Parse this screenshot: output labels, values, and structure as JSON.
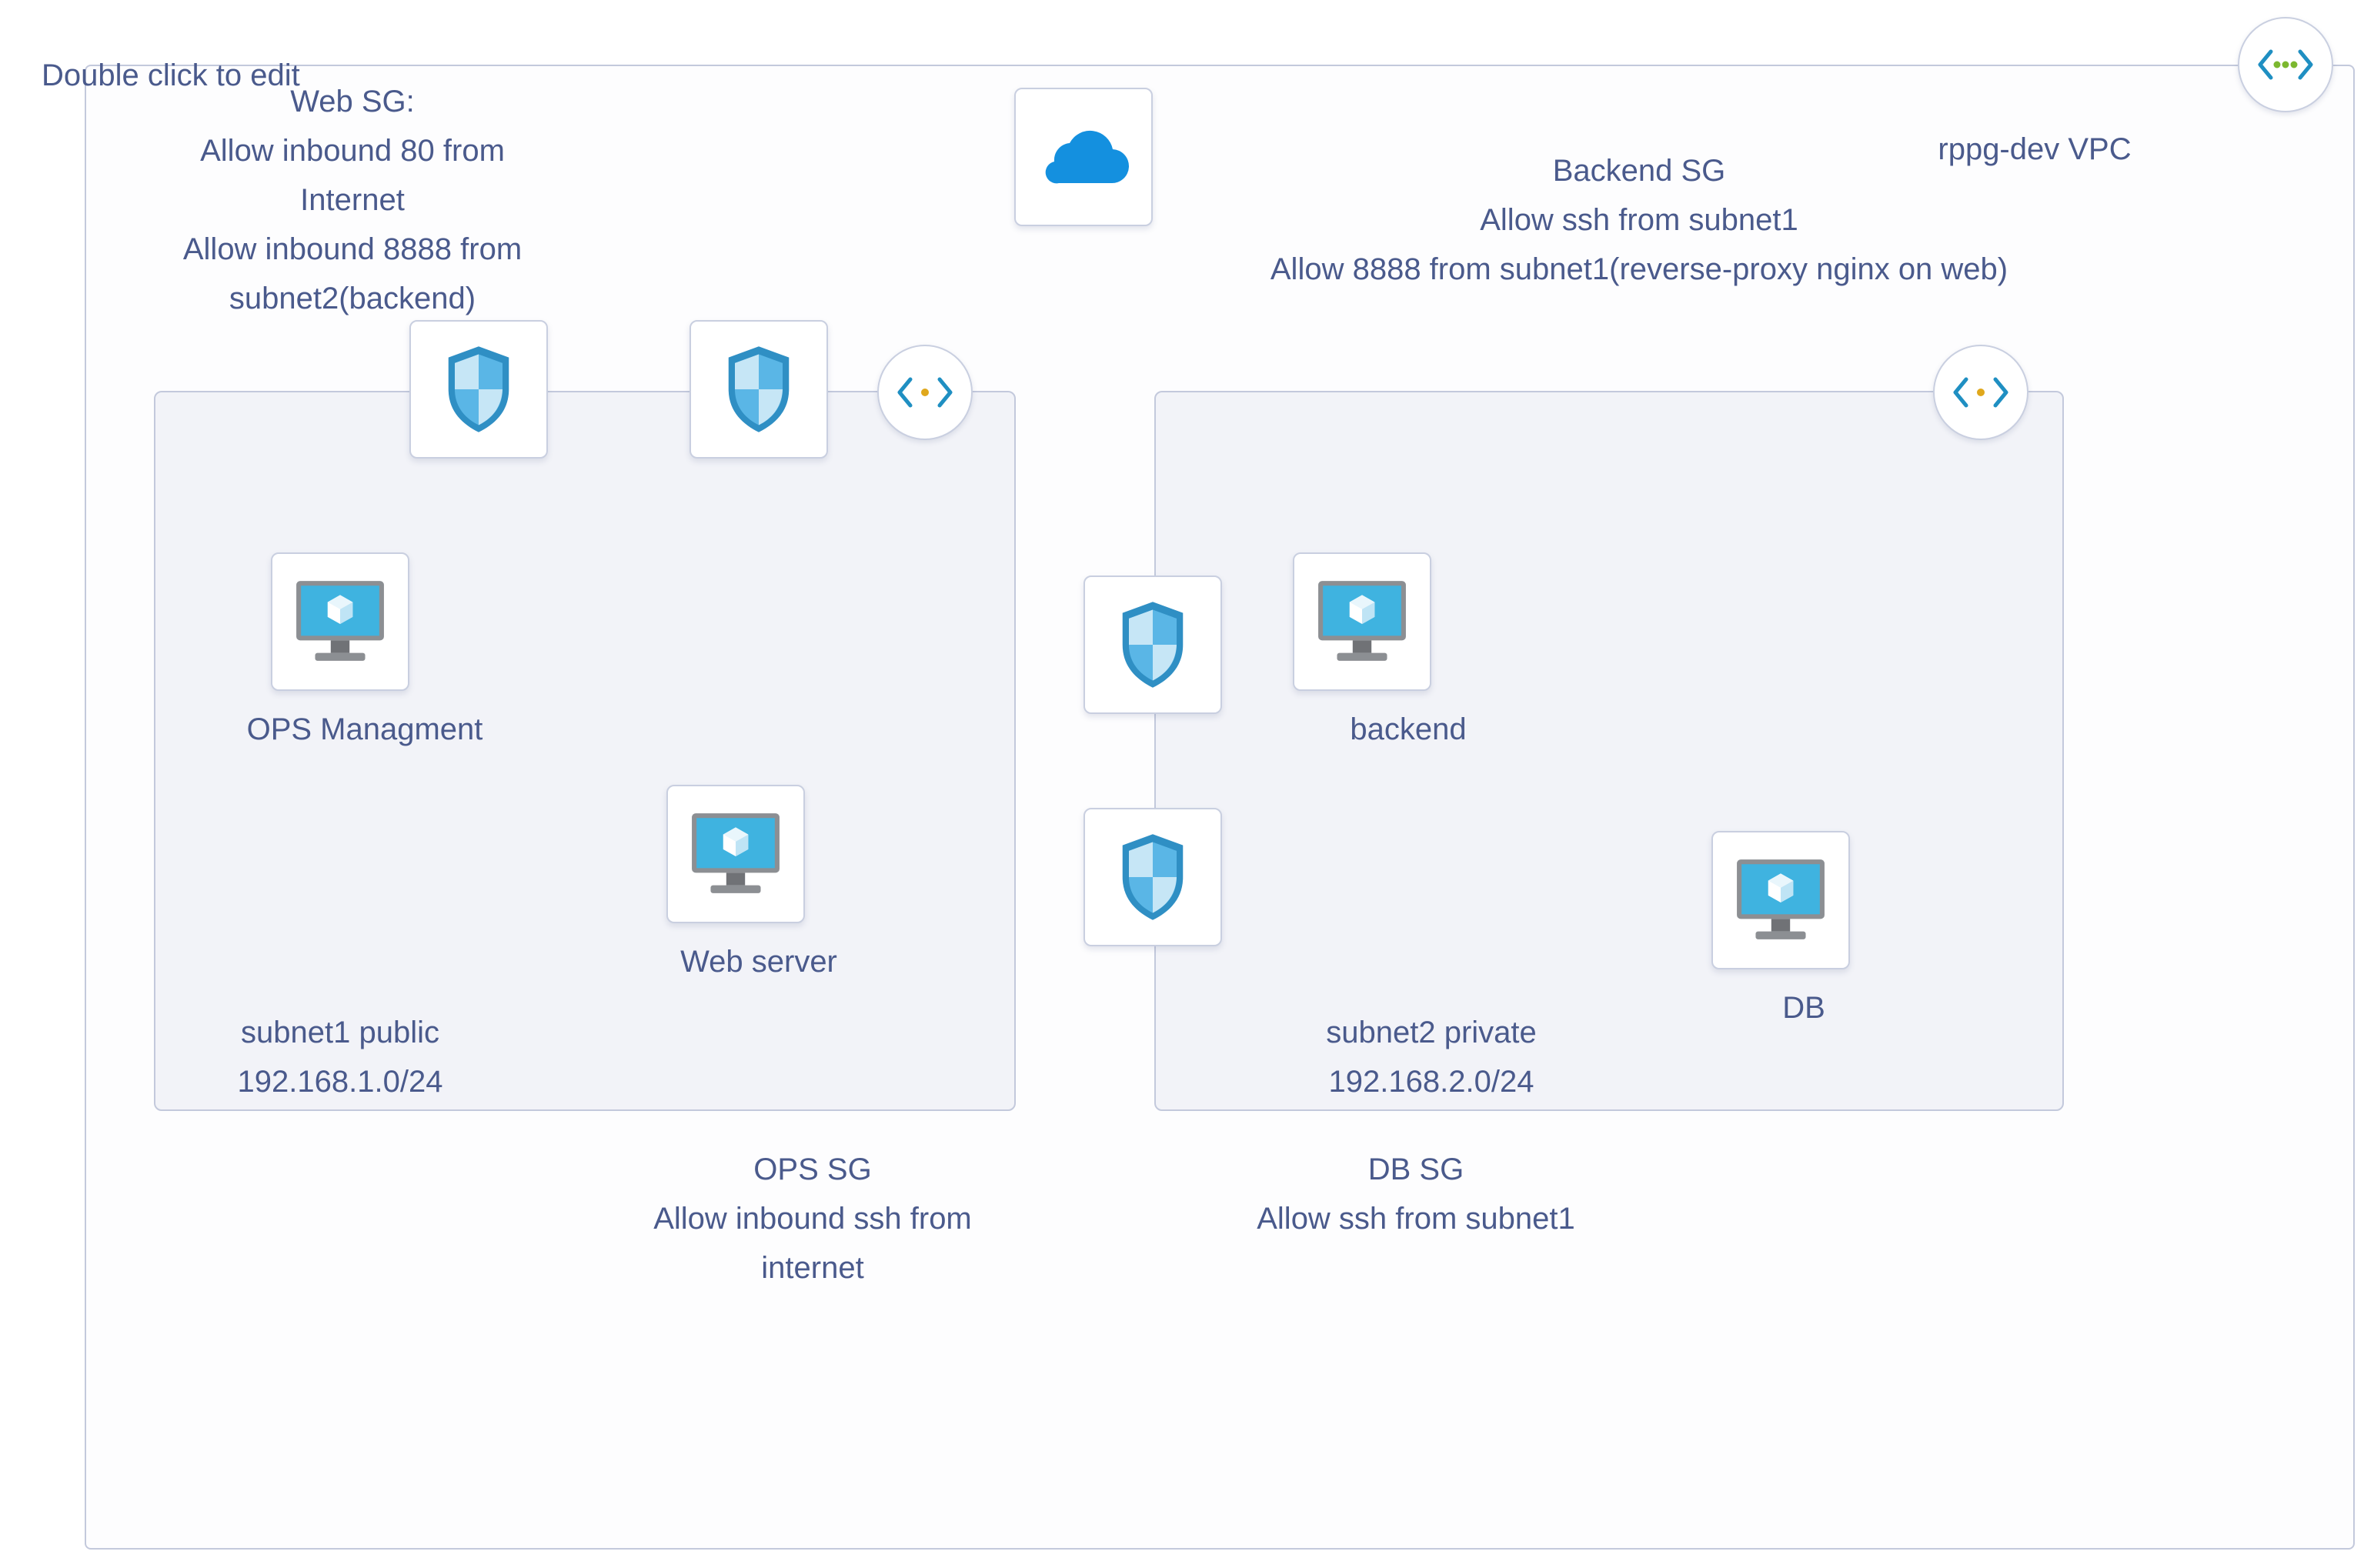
{
  "editor": {
    "hint": "Double click to edit"
  },
  "vpc": {
    "label": "rppg-dev VPC"
  },
  "subnet1": {
    "name": "subnet1 public",
    "cidr": "192.168.1.0/24"
  },
  "subnet2": {
    "name": "subnet2 private",
    "cidr": "192.168.2.0/24"
  },
  "vms": {
    "ops": "OPS Managment",
    "web": "Web server",
    "backend": "backend",
    "db": "DB"
  },
  "web_sg": {
    "lines": [
      "Web SG:",
      "Allow inbound 80  from",
      "Internet",
      "Allow inbound 8888 from",
      "subnet2(backend)"
    ]
  },
  "backend_sg": {
    "lines": [
      "Backend SG",
      "Allow ssh from subnet1",
      "Allow 8888 from subnet1(reverse-proxy nginx on web)"
    ]
  },
  "ops_sg": {
    "lines": [
      "OPS SG",
      "Allow inbound ssh from",
      "internet"
    ]
  },
  "db_sg": {
    "lines": [
      "DB SG",
      "Allow ssh from subnet1"
    ]
  },
  "icons": {
    "cloud": "cloud-icon",
    "shield": "shield-icon",
    "vm": "virtual-machine-icon",
    "route": "route-table-icon"
  },
  "colors": {
    "text": "#4a5a8c",
    "border": "#c3c9dc",
    "subnet_fill": "#f2f3f8",
    "cloud": "#1490df",
    "shield": "#2f8fc4",
    "vm_screen": "#3fb3e0"
  }
}
